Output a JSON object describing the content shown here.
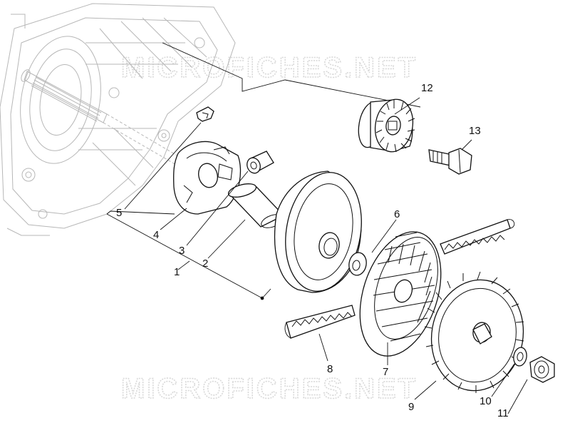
{
  "watermark": {
    "top": "MICROFICHES.NET",
    "bottom": "MICROFICHES.NET"
  },
  "callouts": [
    "1",
    "2",
    "3",
    "4",
    "5",
    "6",
    "7",
    "8",
    "9",
    "10",
    "11",
    "12",
    "13"
  ]
}
